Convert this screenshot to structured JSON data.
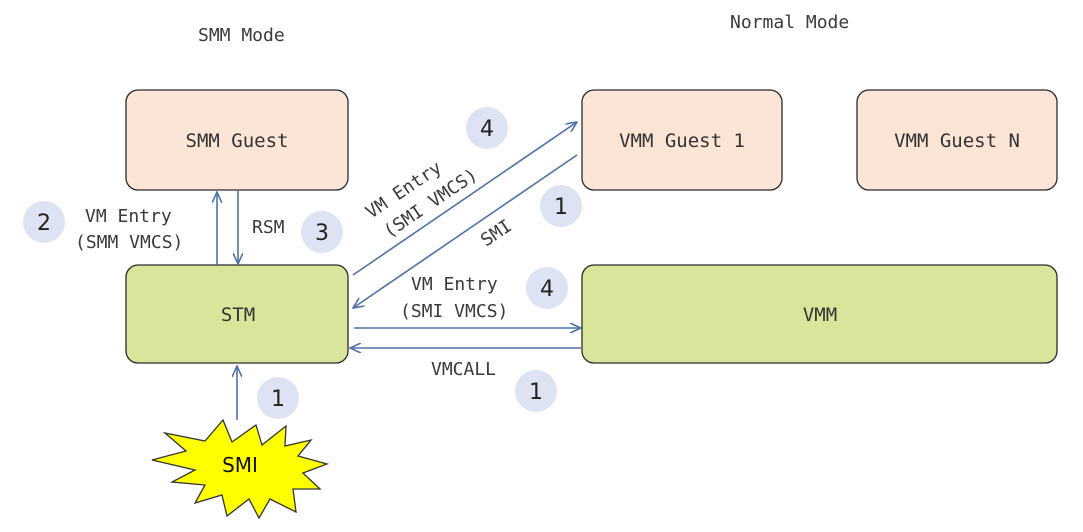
{
  "modes": {
    "smm": "SMM Mode",
    "normal": "Normal Mode"
  },
  "boxes": {
    "smm_guest": "SMM Guest",
    "vmm_guest_1": "VMM Guest 1",
    "vmm_guest_n": "VMM Guest N",
    "stm": "STM",
    "vmm": "VMM"
  },
  "labels": {
    "vm_entry": "VM Entry",
    "smm_vmcs": "(SMM VMCS)",
    "smi_vmcs": "(SMI VMCS)",
    "rsm": "RSM",
    "smi": "SMI",
    "vmcall": "VMCALL"
  },
  "steps": {
    "one": "1",
    "two": "2",
    "three": "3",
    "four": "4"
  },
  "burst": {
    "label": "SMI"
  },
  "colors": {
    "guest_fill": "#fbe5d6",
    "monitor_fill": "#d9e59b",
    "box_stroke": "#2b2b2b",
    "arrow": "#4f71a8",
    "badge_fill": "#dde3f2",
    "burst_fill": "#ffff00"
  }
}
